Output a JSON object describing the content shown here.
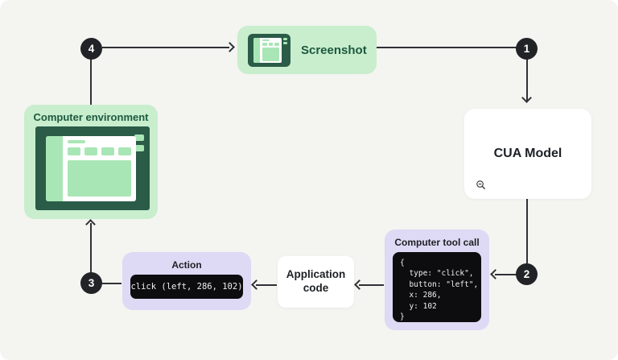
{
  "steps": {
    "s1": "1",
    "s2": "2",
    "s3": "3",
    "s4": "4"
  },
  "nodes": {
    "screenshot": {
      "label": "Screenshot"
    },
    "cua_model": {
      "label": "CUA Model"
    },
    "computer_tool_call": {
      "title": "Computer tool call",
      "code": "{\n  type: \"click\",\n  button: \"left\",\n  x: 286,\n  y: 102\n}"
    },
    "application_code": {
      "label": "Application code"
    },
    "action": {
      "title": "Action",
      "code": "click (left, 286, 102)"
    },
    "computer_environment": {
      "label": "Computer environment"
    }
  },
  "icons": {
    "screenshot_icon": "mini-browser-monitor",
    "environment_icon": "desktop-browser-monitor",
    "cua_cursor_icon": "zoom-out-magnifier"
  },
  "colors": {
    "background": "#f4f4f1",
    "light_green": "#c8eecd",
    "dark_green": "#2a5c48",
    "mid_green": "#a9e6b5",
    "green_text": "#1d5940",
    "lavender": "#ded9f4",
    "code_background": "#0d0d10",
    "connector": "#2f3136",
    "badge": "#212327"
  }
}
